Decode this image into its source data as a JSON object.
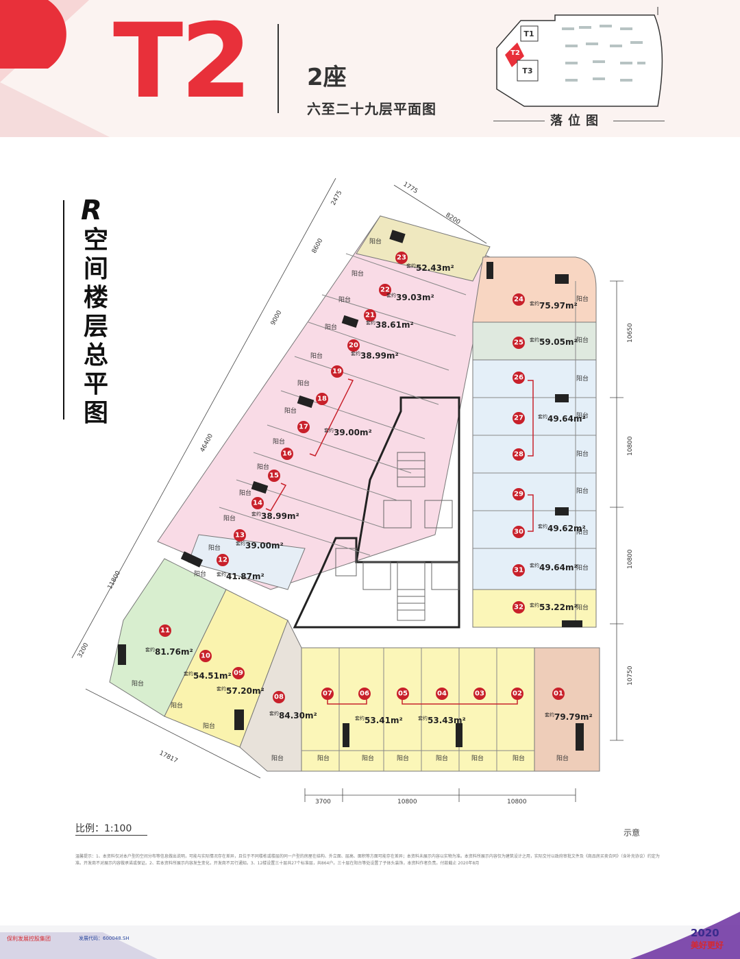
{
  "header": {
    "tower": "T2",
    "building": "2座",
    "floors": "六至二十九层平面图",
    "location_caption": "落位图",
    "location_towers": [
      "T1",
      "T2",
      "T3"
    ]
  },
  "side_title": "空间楼层总平图",
  "side_logo": "R",
  "balcony_label": "阳台",
  "area_prefix": "套约",
  "units": [
    {
      "no": "01",
      "area": "79.79m²"
    },
    {
      "no": "02",
      "area": ""
    },
    {
      "no": "03",
      "area": ""
    },
    {
      "no": "04",
      "area": ""
    },
    {
      "no": "05",
      "area": "53.43m²"
    },
    {
      "no": "06",
      "area": ""
    },
    {
      "no": "07",
      "area": "53.41m²"
    },
    {
      "no": "08",
      "area": "84.30m²"
    },
    {
      "no": "09",
      "area": "57.20m²"
    },
    {
      "no": "10",
      "area": "54.51m²"
    },
    {
      "no": "11",
      "area": "81.76m²"
    },
    {
      "no": "12",
      "area": "41.87m²"
    },
    {
      "no": "13",
      "area": "39.00m²"
    },
    {
      "no": "14",
      "area": "38.99m²"
    },
    {
      "no": "15",
      "area": ""
    },
    {
      "no": "16",
      "area": ""
    },
    {
      "no": "17",
      "area": "39.00m²"
    },
    {
      "no": "18",
      "area": ""
    },
    {
      "no": "19",
      "area": ""
    },
    {
      "no": "20",
      "area": "38.99m²"
    },
    {
      "no": "21",
      "area": "38.61m²"
    },
    {
      "no": "22",
      "area": "39.03m²"
    },
    {
      "no": "23",
      "area": "52.43m²"
    },
    {
      "no": "24",
      "area": "75.97m²"
    },
    {
      "no": "25",
      "area": "59.05m²"
    },
    {
      "no": "26",
      "area": ""
    },
    {
      "no": "27",
      "area": "49.64m²"
    },
    {
      "no": "28",
      "area": ""
    },
    {
      "no": "29",
      "area": ""
    },
    {
      "no": "30",
      "area": "49.62m²"
    },
    {
      "no": "31",
      "area": "49.64m²"
    },
    {
      "no": "32",
      "area": "53.22m²"
    }
  ],
  "dimensions": {
    "bottom": [
      "3700",
      "10800",
      "10800"
    ],
    "right": [
      "10650",
      "10800",
      "10800",
      "10750"
    ],
    "top": [
      "2475",
      "1775",
      "8200"
    ],
    "left": [
      "8600",
      "9000",
      "46400",
      "11800",
      "3200"
    ],
    "bottom_left": "17817"
  },
  "scale": "比例：1:100",
  "note": "示意",
  "disclaimer": "温馨提示：1、本资料仅对本户型的空间分布等信息做出说明，可能与实际情况存在差异，且位于不同楼栋或楼层的同一户型的房屋在结构、外立面、层高、面积等方面可能存在差异；本资料未展示内容以实物为准。本资料所展示内容仅为建筑设计之用，实际交付以政府审批文件及《商品房买卖合同》（含补充协议）约定为准。开发商不对展示内容做承诺或保证。2、若本资料所展示内容发生变化，开发商不另行通知。3、12楼设置三十层共27个标准层，共864户。三十层在阳台等处设置了子体头装饰，本资料作者负责。付款截止 2020年8月",
  "footer": {
    "company": "保利发展控股集团",
    "code": "发展代码：600048.SH",
    "year": "2020",
    "slogan": "美好更好"
  },
  "colors": {
    "brand_red": "#e8303a",
    "unit_badge": "#c8202a"
  }
}
